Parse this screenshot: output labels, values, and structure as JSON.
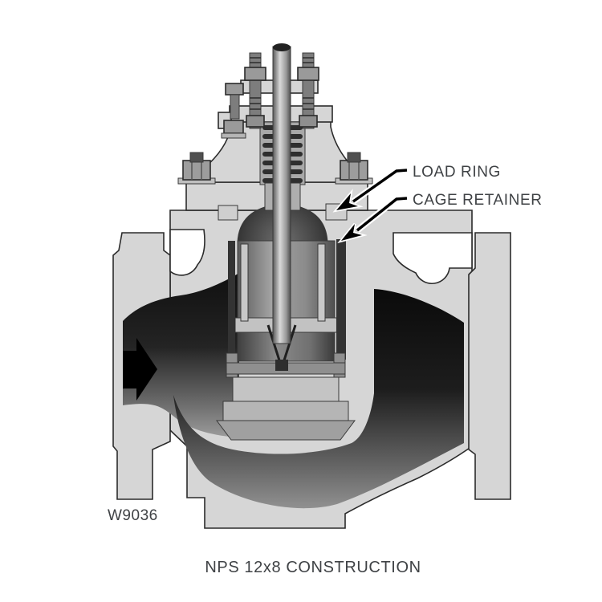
{
  "figure": {
    "caption": "NPS 12x8 CONSTRUCTION",
    "photo_code": "W9036",
    "subject": "sectioned globe control valve with cage trim"
  },
  "callouts": {
    "load_ring": "LOAD RING",
    "cage_retainer": "CAGE RETAINER"
  },
  "flow_arrow": {
    "direction": "right",
    "meaning": "inlet flow direction"
  },
  "colors": {
    "background": "#ffffff",
    "body_metal": "#d6d6d6",
    "passage_dark": "#121212",
    "outline": "#2b2b2b",
    "label_text": "#3f4245",
    "callout_arrow": "#000000"
  }
}
